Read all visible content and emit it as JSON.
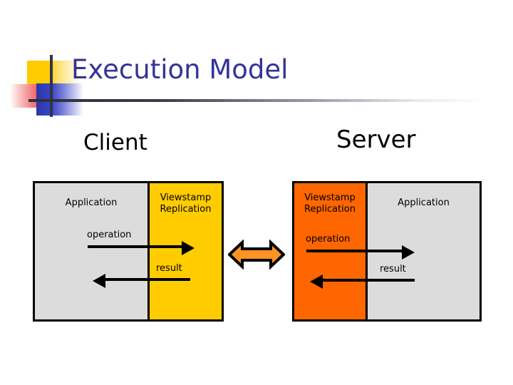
{
  "slide": {
    "title": "Execution Model",
    "decor": {
      "yellow": "#FFCC00",
      "red": "#E8263A",
      "blue": "#2B36A8",
      "rule": "#2E2E3C",
      "title_color": "#333399"
    }
  },
  "headings": {
    "client": "Client",
    "server": "Server"
  },
  "diagram": {
    "client": {
      "application_label": "Application",
      "vr_label_line1": "Viewstamp",
      "vr_label_line2": "Replication",
      "application_color": "#DCDCDC",
      "vr_color": "#FFCC00",
      "flows": [
        {
          "name": "operation",
          "label": "operation",
          "direction": "right"
        },
        {
          "name": "result",
          "label": "result",
          "direction": "left"
        }
      ]
    },
    "server": {
      "application_label": "Application",
      "vr_label_line1": "Viewstamp",
      "vr_label_line2": "Replication",
      "application_color": "#DCDCDC",
      "vr_color": "#FF6600",
      "flows": [
        {
          "name": "operation",
          "label": "operation",
          "direction": "right"
        },
        {
          "name": "result",
          "label": "result",
          "direction": "left"
        }
      ]
    },
    "link": {
      "name": "bidirectional-link-arrow",
      "fill": "#FF9326",
      "stroke": "#000000"
    }
  }
}
